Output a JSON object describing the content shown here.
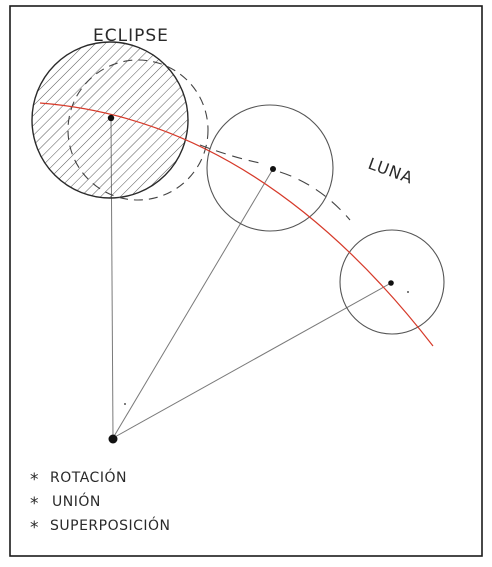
{
  "labels": {
    "eclipse": "ECLIPSE",
    "moon": "LUNA"
  },
  "legend": [
    {
      "bullet": "*",
      "text": "ROTACIÓN"
    },
    {
      "bullet": "*",
      "text": "UNIÓN"
    },
    {
      "bullet": "*",
      "text": "SUPERPOSICIÓN"
    }
  ],
  "colors": {
    "ink": "#2a2a2a",
    "pencil": "#7a7a7a",
    "trajectory": "#d63a2a",
    "frame": "#1a1a1a",
    "paper": "#ffffff"
  }
}
